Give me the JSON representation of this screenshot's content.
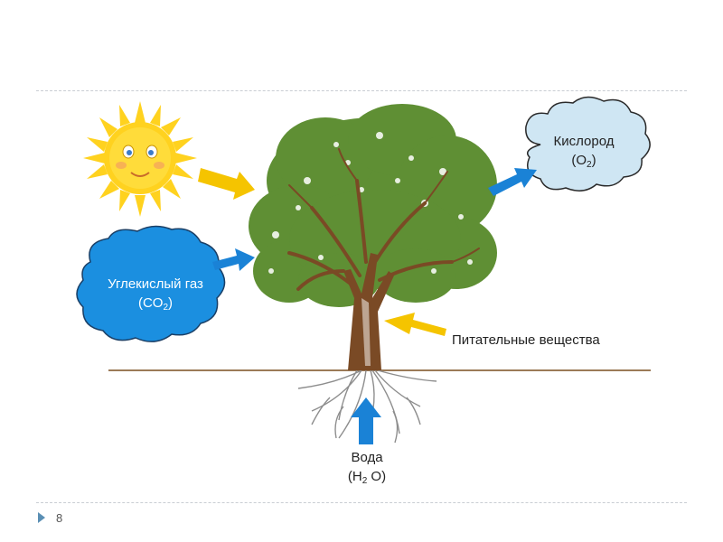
{
  "labels": {
    "oxygen_name": "Кислород",
    "oxygen_formula_main": "(O",
    "oxygen_formula_sub": "2",
    "oxygen_formula_end": ")",
    "co2_name": "Углекислый газ",
    "co2_formula_main": "(CO",
    "co2_formula_sub": "2",
    "co2_formula_end": ")",
    "nutrients": "Питательные вещества",
    "water_name": "Вода",
    "water_formula_main": "(H",
    "water_formula_sub": "2",
    "water_formula_end": " O)"
  },
  "page_number": "8",
  "colors": {
    "sun": "#ffd21f",
    "sun_arrow": "#f5c400",
    "blue_arrow": "#1a82d6",
    "oxygen_cloud": "#cfe6f3",
    "co2_cloud": "#1b8fe0",
    "foliage": "#5f8f34",
    "trunk": "#7a4a25",
    "ground": "#9b7a57",
    "roots": "#8d8d8d"
  },
  "icons": [
    "sun-icon",
    "tree-icon",
    "cloud-icon",
    "arrow-icon"
  ]
}
